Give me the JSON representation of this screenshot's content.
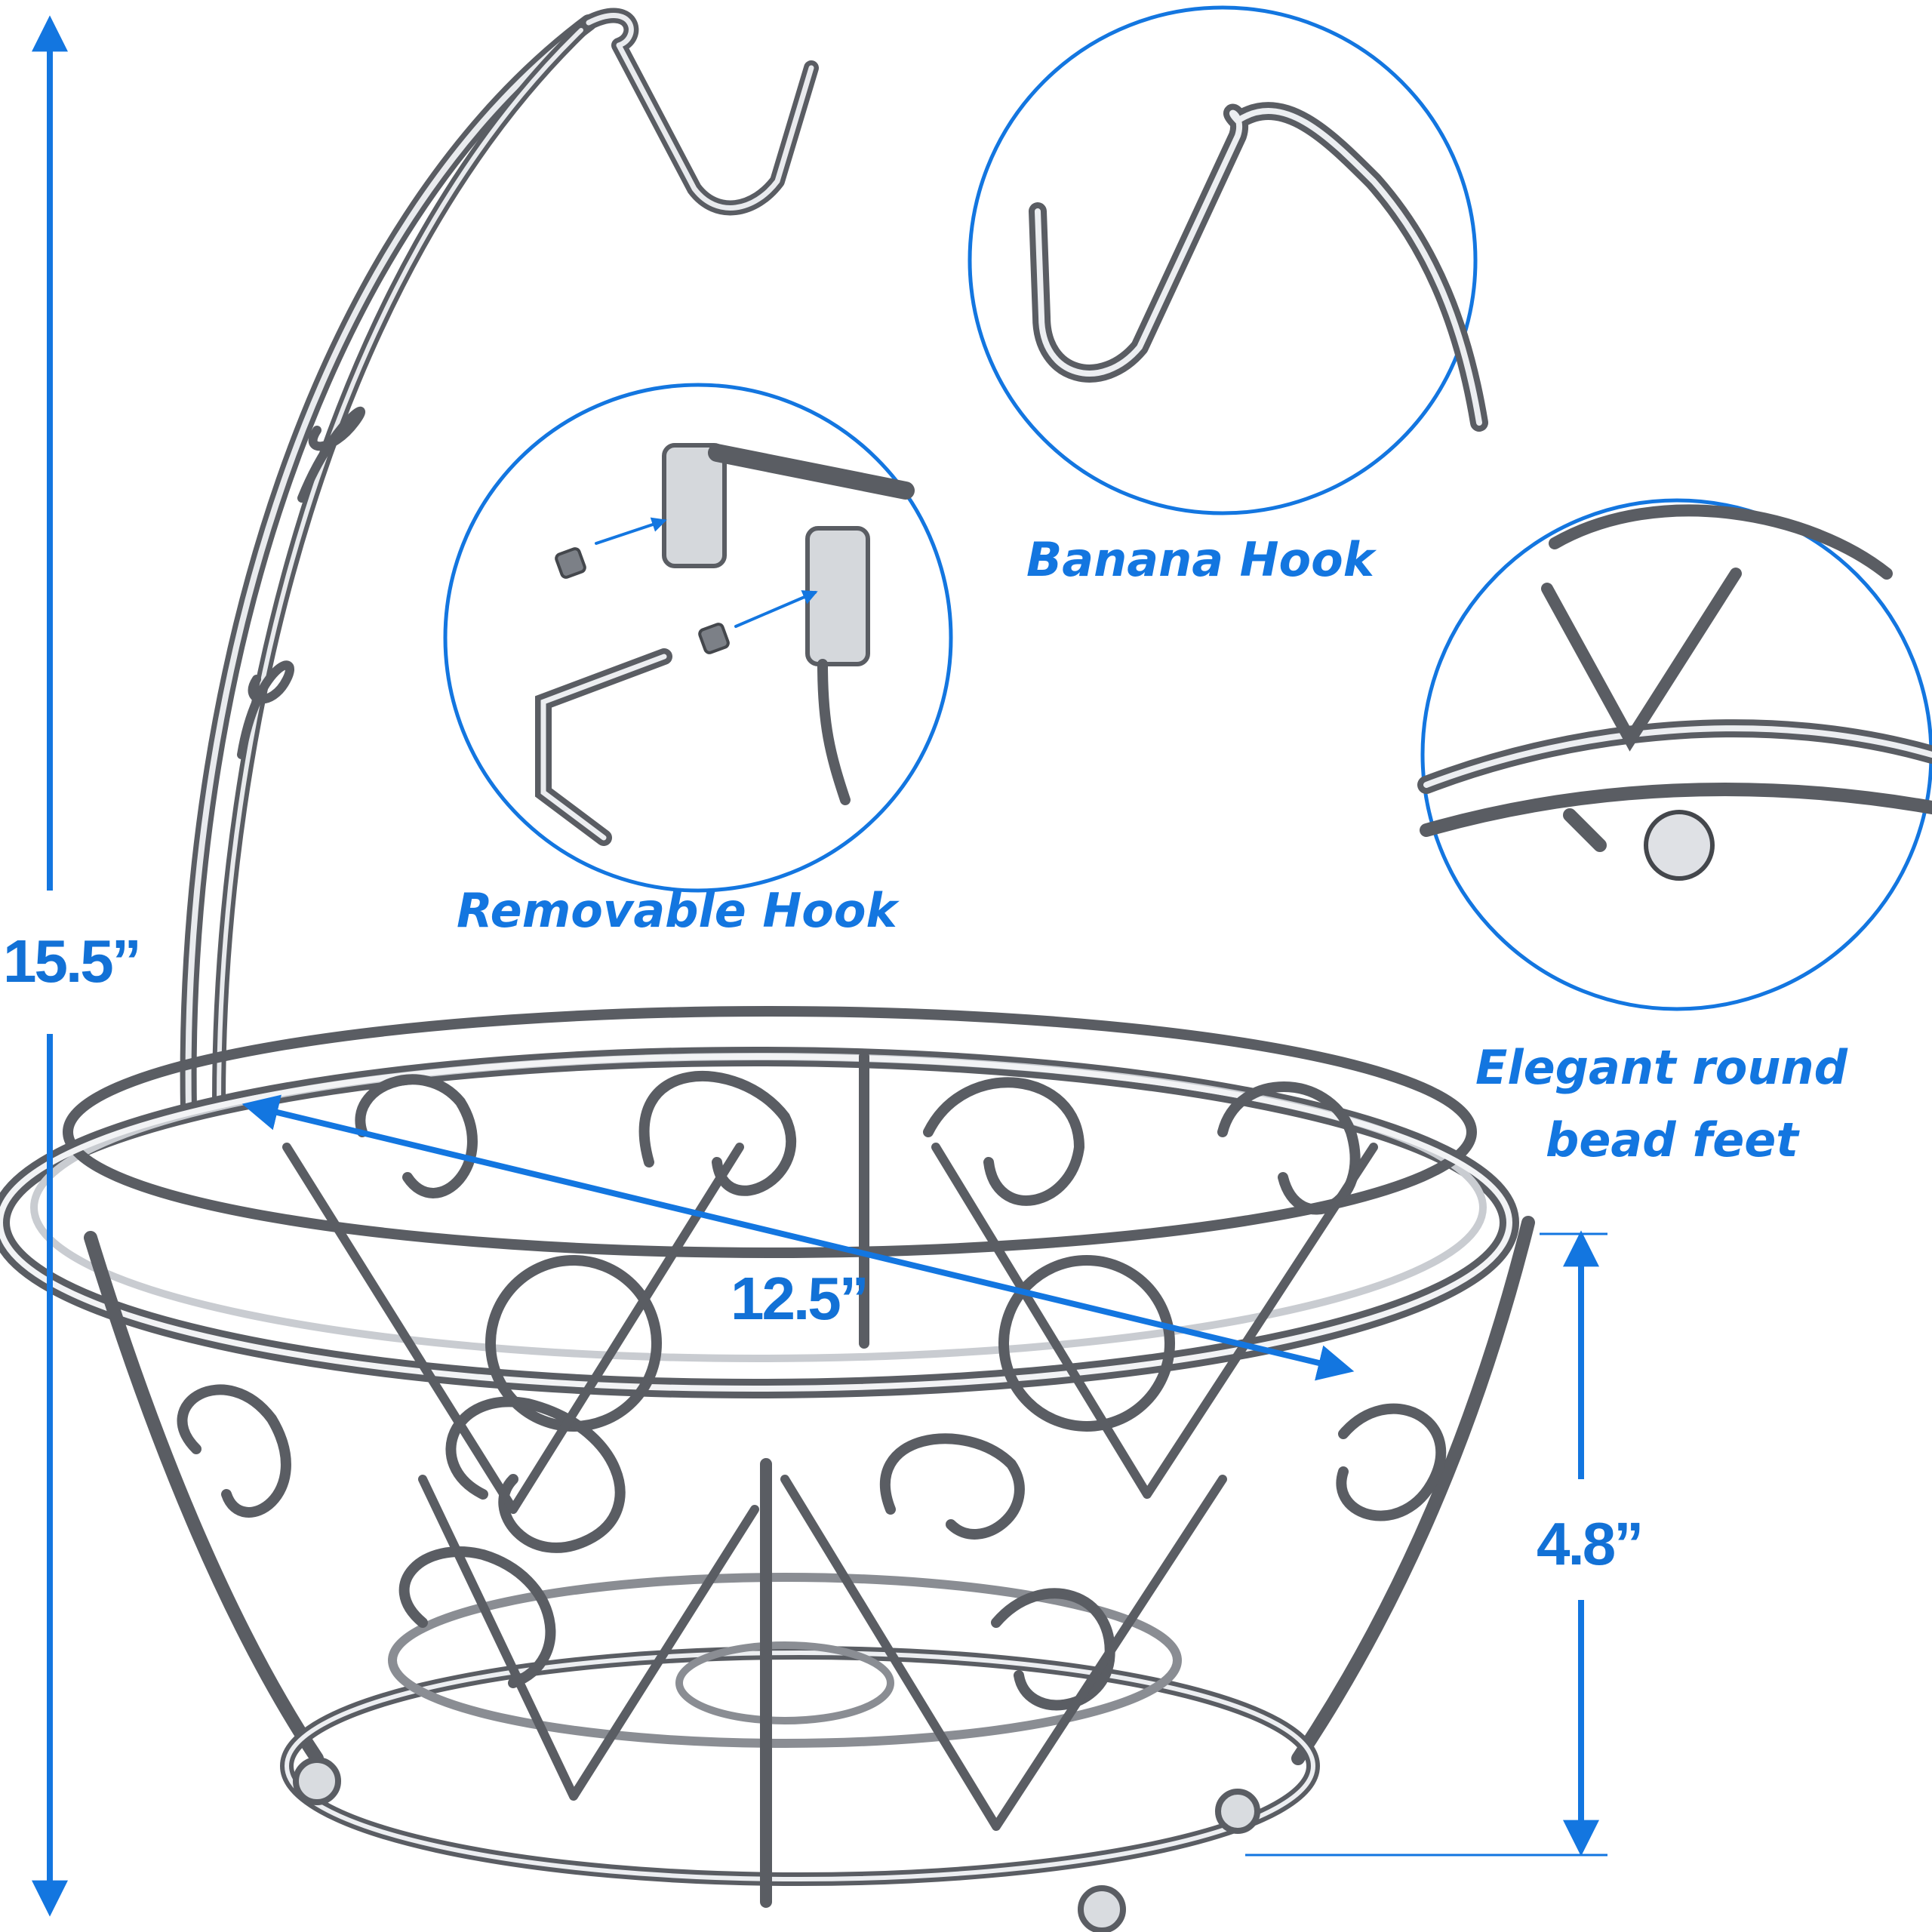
{
  "callouts": {
    "banana_hook": "Banana Hook",
    "removable_hook": "Removable Hook",
    "bead_feet_line1": "Elegant round",
    "bead_feet_line2": "bead feet"
  },
  "dimensions": {
    "overall_height": "15.5”",
    "diameter": "12.5”",
    "basket_height": "4.8”"
  },
  "colors": {
    "accent_blue": "#1376e0",
    "chrome_dark": "#5a5d63",
    "chrome_light": "#e9ebee"
  }
}
